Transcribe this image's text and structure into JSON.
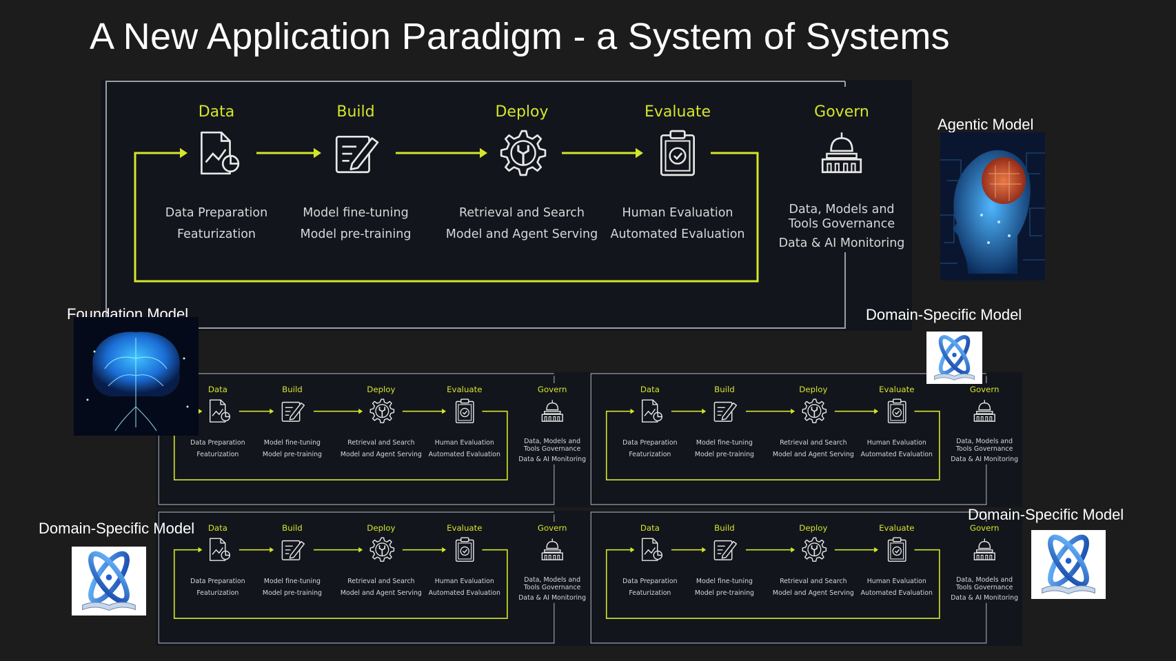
{
  "slide": {
    "title": "A New Application Paradigm - a System of Systems"
  },
  "colors": {
    "background": "#1c1c1c",
    "panel": "#13151c",
    "accent": "#d5e62a",
    "frame": "#9aa0a6",
    "text": "#d8d8d8"
  },
  "pipeline": {
    "stages": [
      {
        "title": "Data",
        "icon": "data-chart-icon",
        "lines": [
          "Data Preparation",
          "Featurization"
        ]
      },
      {
        "title": "Build",
        "icon": "edit-document-icon",
        "lines": [
          "Model fine-tuning",
          "Model pre-training"
        ]
      },
      {
        "title": "Deploy",
        "icon": "gear-wrench-icon",
        "lines": [
          "Retrieval and Search",
          "Model and Agent Serving"
        ]
      },
      {
        "title": "Evaluate",
        "icon": "clipboard-check-icon",
        "lines": [
          "Human Evaluation",
          "Automated Evaluation"
        ]
      },
      {
        "title": "Govern",
        "icon": "capitol-building-icon",
        "lines": [
          "Data, Models and",
          "Tools Governance",
          "Data & AI Monitoring"
        ]
      }
    ]
  },
  "side_models": {
    "agentic": {
      "label": "Agentic Model",
      "image": "ai-head-image"
    },
    "foundation": {
      "label": "Foundation Model",
      "image": "brain-tree-image"
    },
    "domain_top_right": {
      "label": "Domain-Specific Model",
      "image": "atom-book-image"
    },
    "domain_bottom_left": {
      "label": "Domain-Specific Model",
      "image": "atom-book-image"
    },
    "domain_bottom_right": {
      "label": "Domain-Specific Model",
      "image": "atom-book-image"
    }
  }
}
